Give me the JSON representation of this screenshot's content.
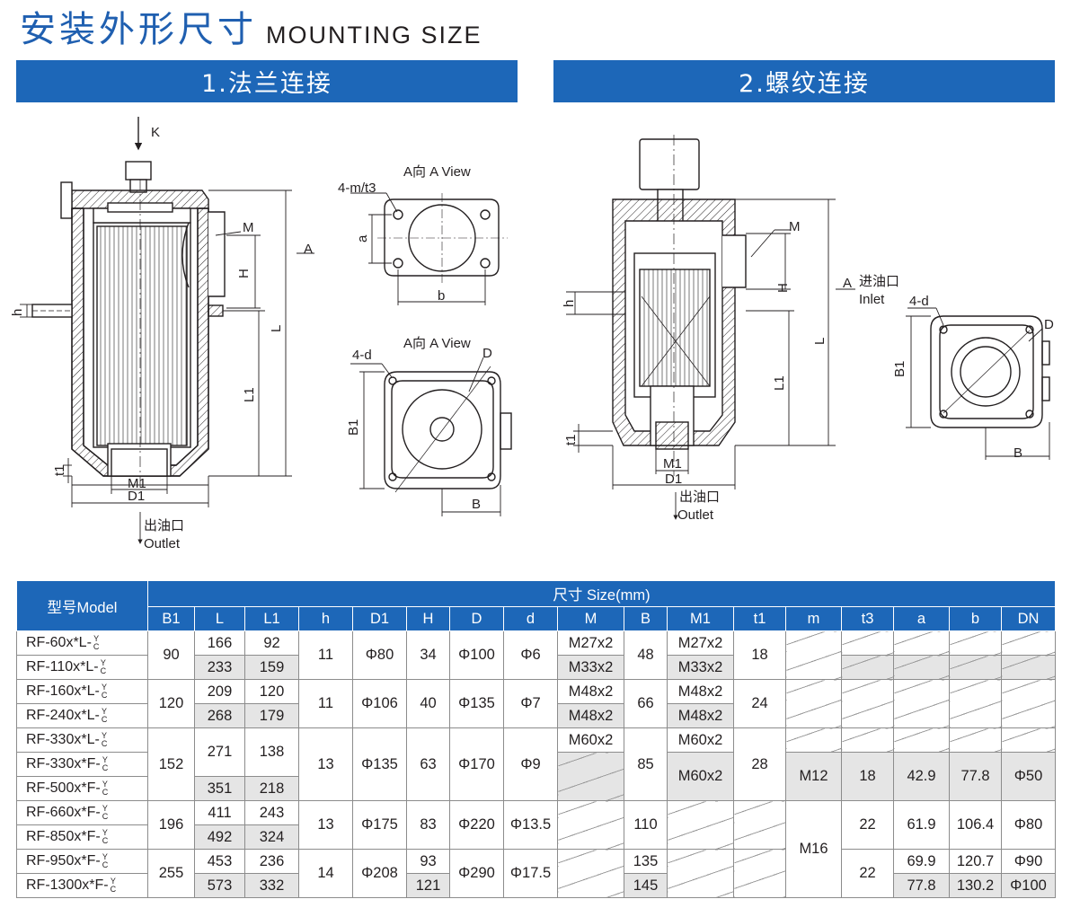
{
  "header": {
    "title_cn": "安装外形尺寸",
    "title_en": "MOUNTING SIZE"
  },
  "sections": {
    "flange": "1.法兰连接",
    "thread": "2.螺纹连接"
  },
  "drawing_labels": {
    "k": "K",
    "view_a_1": "A向 A View",
    "view_a_2": "A向 A View",
    "holes_m_t3": "4-m/t3",
    "holes_d_1": "4-d",
    "holes_d_2": "4-d",
    "a": "a",
    "b": "b",
    "B_1": "B",
    "B_2": "B",
    "B1_1": "B1",
    "B1_2": "B1",
    "M_1": "M",
    "M_2": "M",
    "H_1": "H",
    "H_2": "H",
    "h_1": "h",
    "h_2": "h",
    "L_1": "L",
    "L_2": "L",
    "L1_1": "L1",
    "L1_2": "L1",
    "t1_1": "t1",
    "t1_2": "t1",
    "M1_1": "M1",
    "M1_2": "M1",
    "D1_1": "D1",
    "D1_2": "D1",
    "D_1": "D",
    "D_2": "D",
    "A_1": "A",
    "A_2": "A",
    "outlet_cn_1": "出油口",
    "outlet_en_1": "Outlet",
    "outlet_cn_2": "出油口",
    "outlet_en_2": "Outlet",
    "inlet_cn": "进油口",
    "inlet_en": "Inlet"
  },
  "table": {
    "model_header": "型号Model",
    "size_header": "尺寸 Size(mm)",
    "columns": [
      "B1",
      "L",
      "L1",
      "h",
      "D1",
      "H",
      "D",
      "d",
      "M",
      "B",
      "M1",
      "t1",
      "m",
      "t3",
      "a",
      "b",
      "DN"
    ],
    "models": [
      "RF-60x*L-",
      "RF-110x*L-",
      "RF-160x*L-",
      "RF-240x*L-",
      "RF-330x*L-",
      "RF-330x*F-",
      "RF-500x*F-",
      "RF-660x*F-",
      "RF-850x*F-",
      "RF-950x*F-",
      "RF-1300x*F-"
    ],
    "suffix_top": "Y",
    "suffix_bottom": "C",
    "cells": {
      "B1": [
        "90",
        "120",
        "152",
        "196",
        "255"
      ],
      "L": [
        "166",
        "233",
        "209",
        "268",
        "271",
        "351",
        "411",
        "492",
        "453",
        "573"
      ],
      "L1": [
        "92",
        "159",
        "120",
        "179",
        "138",
        "218",
        "243",
        "324",
        "236",
        "332"
      ],
      "h": [
        "11",
        "11",
        "13",
        "13",
        "14"
      ],
      "D1": [
        "Φ80",
        "Φ106",
        "Φ135",
        "Φ175",
        "Φ208"
      ],
      "H": [
        "34",
        "40",
        "63",
        "83",
        "93",
        "121"
      ],
      "D": [
        "Φ100",
        "Φ135",
        "Φ170",
        "Φ220",
        "Φ290"
      ],
      "d": [
        "Φ6",
        "Φ7",
        "Φ9",
        "Φ13.5",
        "Φ17.5"
      ],
      "M": [
        "M27x2",
        "M33x2",
        "M48x2",
        "M48x2",
        "M60x2"
      ],
      "B": [
        "48",
        "66",
        "85",
        "110",
        "135",
        "145"
      ],
      "M1": [
        "M27x2",
        "M33x2",
        "M48x2",
        "M48x2",
        "M60x2",
        "M60x2"
      ],
      "t1": [
        "18",
        "24",
        "28"
      ],
      "m": [
        "M12",
        "M16"
      ],
      "t3": [
        "18",
        "22",
        "22"
      ],
      "a": [
        "42.9",
        "61.9",
        "69.9",
        "77.8"
      ],
      "b": [
        "77.8",
        "106.4",
        "120.7",
        "130.2"
      ],
      "DN": [
        "Φ50",
        "Φ80",
        "Φ90",
        "Φ100"
      ]
    }
  }
}
